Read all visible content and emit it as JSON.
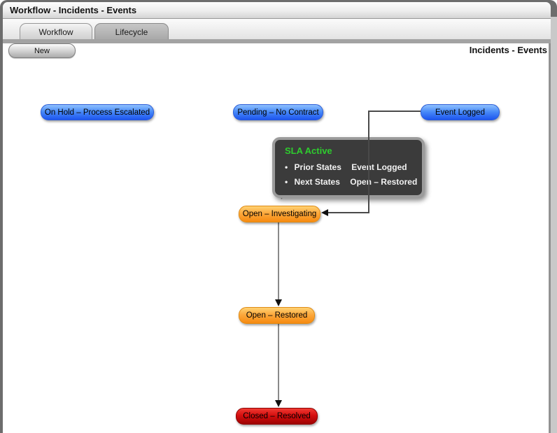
{
  "window": {
    "title": "Workflow - Incidents - Events"
  },
  "tabs": [
    {
      "label": "Workflow",
      "active": true
    },
    {
      "label": "Lifecycle",
      "active": false
    }
  ],
  "toolbar": {
    "new_label": "New"
  },
  "panel_heading": "Incidents - Events",
  "nodes": [
    {
      "id": "on-hold-process-escalated",
      "label": "On Hold – Process Escalated",
      "color": "blue"
    },
    {
      "id": "pending-no-contract",
      "label": "Pending – No Contract",
      "color": "blue"
    },
    {
      "id": "event-logged",
      "label": "Event Logged",
      "color": "blue"
    },
    {
      "id": "open-investigating",
      "label": "Open – Investigating",
      "color": "orange"
    },
    {
      "id": "open-restored",
      "label": "Open – Restored",
      "color": "orange"
    },
    {
      "id": "closed-resolved",
      "label": "Closed – Resolved",
      "color": "red"
    }
  ],
  "edges": [
    {
      "from": "Event Logged",
      "to": "Open – Investigating"
    },
    {
      "from": "Open – Investigating",
      "to": "Open – Restored"
    },
    {
      "from": "Open – Restored",
      "to": "Closed – Resolved"
    }
  ],
  "tooltip": {
    "title": "SLA Active",
    "rows": [
      {
        "bullet": "•",
        "label": "Prior States",
        "value": "Event Logged"
      },
      {
        "bullet": "•",
        "label": "Next States",
        "value": "Open – Restored"
      }
    ]
  },
  "colors": {
    "node_blue": "#3a77f5",
    "node_orange": "#f9a califa32",
    "node_red": "#c70808",
    "tooltip_bg": "#3b3b3b",
    "tooltip_border": "#9b9b9b",
    "tooltip_title": "#2ecc2e",
    "frame": "#6d6d6d"
  }
}
